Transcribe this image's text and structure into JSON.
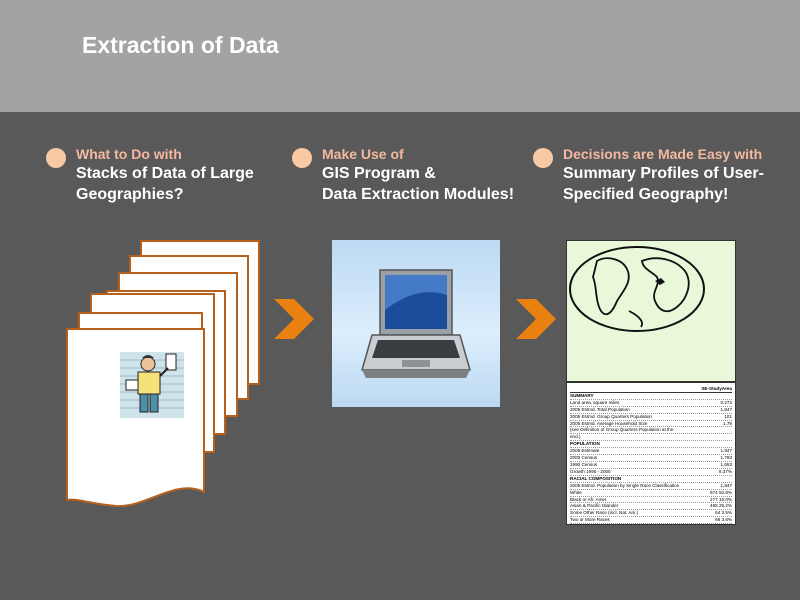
{
  "header": {
    "title": "Extraction of Data"
  },
  "columns": [
    {
      "lead": "What to Do with",
      "body_line1": "Stacks of Data of Large",
      "body_line2": "Geographies?"
    },
    {
      "lead": "Make Use of",
      "body_line1": "GIS Program &",
      "body_line2": "Data Extraction Modules!"
    },
    {
      "lead": "Decisions are Made Easy with",
      "body_line1": "Summary Profiles of User-",
      "body_line2": "Specified  Geography!"
    }
  ],
  "report": {
    "area_label": "SE-StudyArea",
    "rows": [
      {
        "label": "SUMMARY",
        "value": "",
        "section": true
      },
      {
        "label": "Land area, square miles",
        "value": "0.272"
      },
      {
        "label": "2005 Estmd. Total Population",
        "value": "1,847"
      },
      {
        "label": "2005 Estmd. Group Quarters Population",
        "value": "101"
      },
      {
        "label": "2005 Estmd. Average Household Size",
        "value": "1.79"
      },
      {
        "label": "(see Definition of Group Quarters Population at the",
        "value": ""
      },
      {
        "label": "end.)",
        "value": ""
      },
      {
        "label": "POPULATION",
        "value": "",
        "section": true
      },
      {
        "label": "2005 Estimate",
        "value": "1,847"
      },
      {
        "label": "2000 Census",
        "value": "1,793"
      },
      {
        "label": "1990 Census",
        "value": "1,653"
      },
      {
        "label": "Growth 1990 - 2000",
        "value": "8.37%"
      },
      {
        "label": "RACIAL COMPOSITION",
        "value": "",
        "section": true
      },
      {
        "label": "2005 Estmd. Population by Single Race Classification",
        "value": "1,847"
      },
      {
        "label": "White",
        "value": "974 52.8%"
      },
      {
        "label": "Black or Afr. Amer.",
        "value": "277 15.0%"
      },
      {
        "label": "Asian & Pacific Islander",
        "value": "465 25.2%"
      },
      {
        "label": "Some Other Race (incl. Nat. Am.)",
        "value": "64  3.5%"
      },
      {
        "label": "Two or More Races",
        "value": "66  3.6%"
      }
    ]
  },
  "colors": {
    "background": "#595959",
    "header": "#a3a3a3",
    "accent_orange": "#e8810f",
    "sheet_border": "#b6601c",
    "lead_text": "#f3b9a0"
  }
}
